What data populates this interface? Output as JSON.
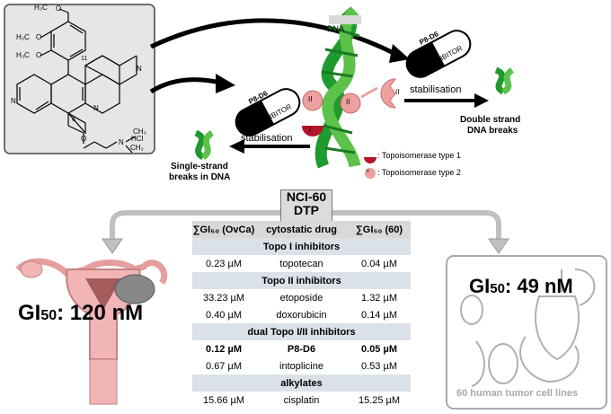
{
  "molecule": {
    "methoxy_1": "H₃C",
    "methoxy_2": "H₃C",
    "methoxy_3": "H₃C",
    "o1": "O",
    "o2": "O",
    "o3": "O",
    "o4": "O",
    "n1": "N",
    "n2": "N",
    "n3": "N",
    "n4": "N",
    "pos11": "11",
    "pos6": "6",
    "amine_me1": "CH₃",
    "amine_me2": "CH₃",
    "salt": "HCl"
  },
  "dna_label": "DNA",
  "inhibitor_top": {
    "name": "P8-D6",
    "label": "INHIBITOR"
  },
  "inhibitor_left": {
    "name": "P8-D6",
    "label": "INHIBITOR"
  },
  "topo2_marker": "II",
  "topo2_on_dna_a": "II",
  "topo2_on_dna_b": "II",
  "topo1_on_dna": "I",
  "stabilisation_right": "stabilisation",
  "stabilisation_left": "stabilisation",
  "double_breaks": [
    "Double strand",
    "DNA breaks"
  ],
  "single_breaks": [
    "Single-strand",
    "breaks in DNA"
  ],
  "legend": [
    {
      "text": ": Topoisomerase type 1",
      "color": "#b5122b"
    },
    {
      "text": ": Topoisomerase type 2",
      "color": "#eea0a0"
    }
  ],
  "legend_topo2_mark": "II",
  "nci": {
    "line1": "NCI-60",
    "line2": "DTP"
  },
  "table": {
    "headers": [
      "∑GI₅₀ (OvCa)",
      "cytostatic drug",
      "∑GI₅₀ (60)"
    ],
    "groups": [
      {
        "title": "Topo I inhibitors",
        "rows": [
          [
            "0.23 µM",
            "topotecan",
            "0.04 µM",
            false
          ]
        ]
      },
      {
        "title": "Topo II inhibitors",
        "rows": [
          [
            "33.23 µM",
            "etoposide",
            "1.32 µM",
            false
          ],
          [
            "0.40 µM",
            "doxorubicin",
            "0.14 µM",
            false
          ]
        ]
      },
      {
        "title": "dual Topo I/II inhibitors",
        "rows": [
          [
            "0.12 µM",
            "P8-D6",
            "0.05 µM",
            true
          ],
          [
            "0.67 µM",
            "intoplicine",
            "0.53 µM",
            false
          ]
        ]
      },
      {
        "title": "alkylates",
        "rows": [
          [
            "15.66 µM",
            "cisplatin",
            "15.25 µM",
            false
          ]
        ]
      }
    ]
  },
  "gi50_left": {
    "prefix": "GI",
    "sub": "50",
    "value": ": 120 nM"
  },
  "gi50_right": {
    "prefix": "GI",
    "sub": "50",
    "value": ": 49 nM"
  },
  "tumor_caption": "60 human tumor cell lines",
  "colors": {
    "dna_green": "#1f9a2e",
    "dna_green_light": "#5cc24a",
    "topo1": "#b5122b",
    "topo2": "#eea0a0",
    "arrow": "#000000",
    "grey_arrow": "#c0c0c0",
    "uterus": "#f2b5b5"
  }
}
